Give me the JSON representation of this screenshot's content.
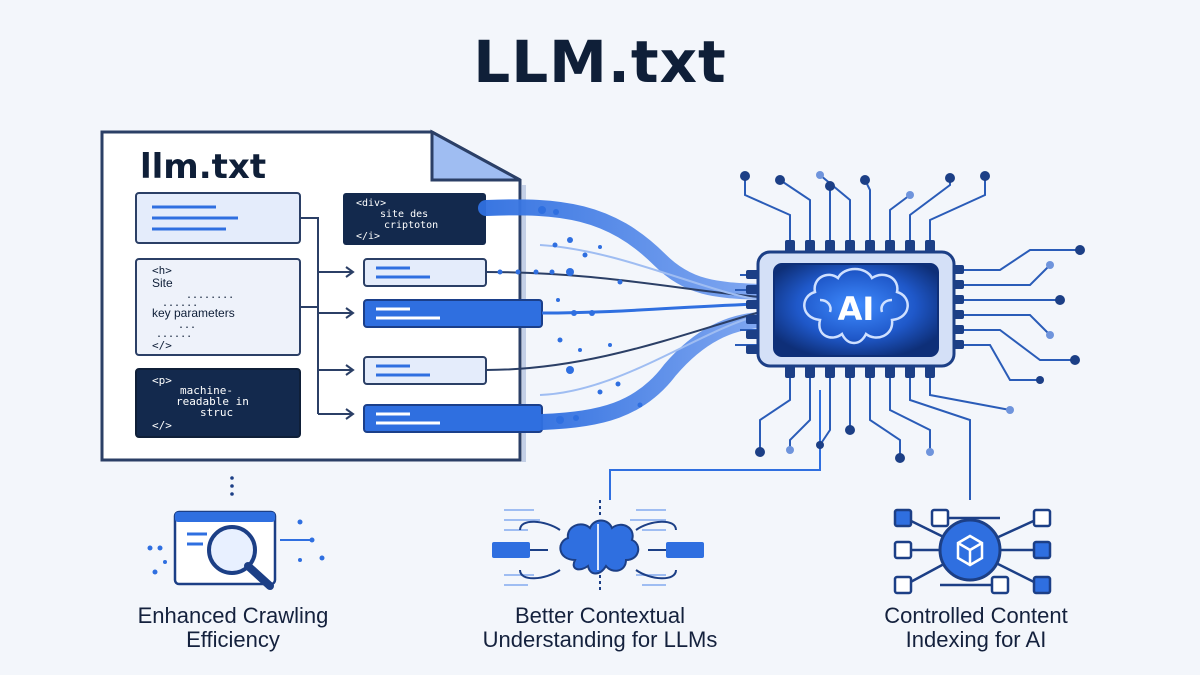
{
  "header": {
    "title": "LLM.txt"
  },
  "document": {
    "title": "llm.txt",
    "block_h": [
      "<h>",
      "Site",
      "........",
      "......",
      "key parameters",
      "...",
      "......",
      "</>"
    ],
    "block_p": [
      "<p>",
      "machine-",
      "readable in",
      "struc",
      "</>"
    ],
    "code_snippet": [
      "<div>",
      "site des",
      "criptoton",
      "</i>"
    ]
  },
  "chip": {
    "label": "AI"
  },
  "benefits": [
    {
      "line1": "Enhanced Crawling",
      "line2": "Efficiency",
      "icon": "magnifier-icon"
    },
    {
      "line1": "Better Contextual",
      "line2": "Understanding for LLMs",
      "icon": "brain-icon"
    },
    {
      "line1": "Controlled Content",
      "line2": "Indexing for AI",
      "icon": "cube-network-icon"
    }
  ],
  "colors": {
    "navy": "#0f1f38",
    "blue": "#2f6fe0",
    "light_blue": "#dbe6fb",
    "line_blue": "#4a72c4"
  }
}
